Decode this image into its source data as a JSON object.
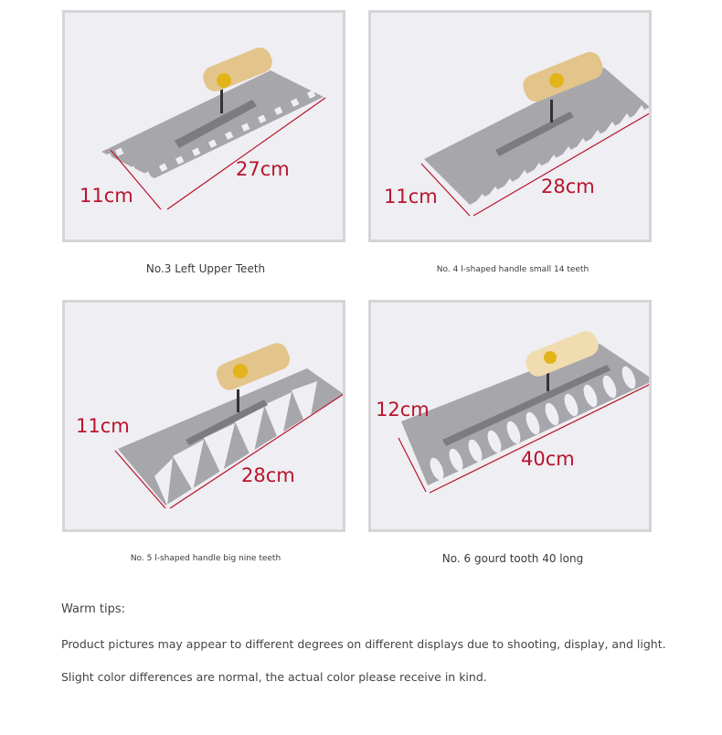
{
  "products": [
    {
      "caption": "No.3 Left Upper Teeth",
      "width_label": "11cm",
      "length_label": "27cm",
      "teeth_style": "square notch"
    },
    {
      "caption": "No. 4 l-shaped handle small 14 teeth",
      "width_label": "11cm",
      "length_label": "28cm",
      "teeth_style": "small v-notch"
    },
    {
      "caption": "No. 5 l-shaped handle big nine teeth",
      "width_label": "11cm",
      "length_label": "28cm",
      "teeth_style": "big v-notch"
    },
    {
      "caption": "No. 6 gourd tooth 40 long",
      "width_label": "12cm",
      "length_label": "40cm",
      "teeth_style": "gourd tooth"
    }
  ],
  "tips": {
    "title": "Warm tips:",
    "lines": [
      "Product pictures may appear to different degrees on different displays due to shooting, display, and light.",
      "Slight color differences are normal, the actual color please receive in kind."
    ]
  },
  "colors": {
    "dimension_red": "#b8142a",
    "panel_bg": "#eeeef3",
    "panel_border": "#d5d5d8",
    "steel": "#a9a9ad",
    "wood": "#e3c48a"
  }
}
